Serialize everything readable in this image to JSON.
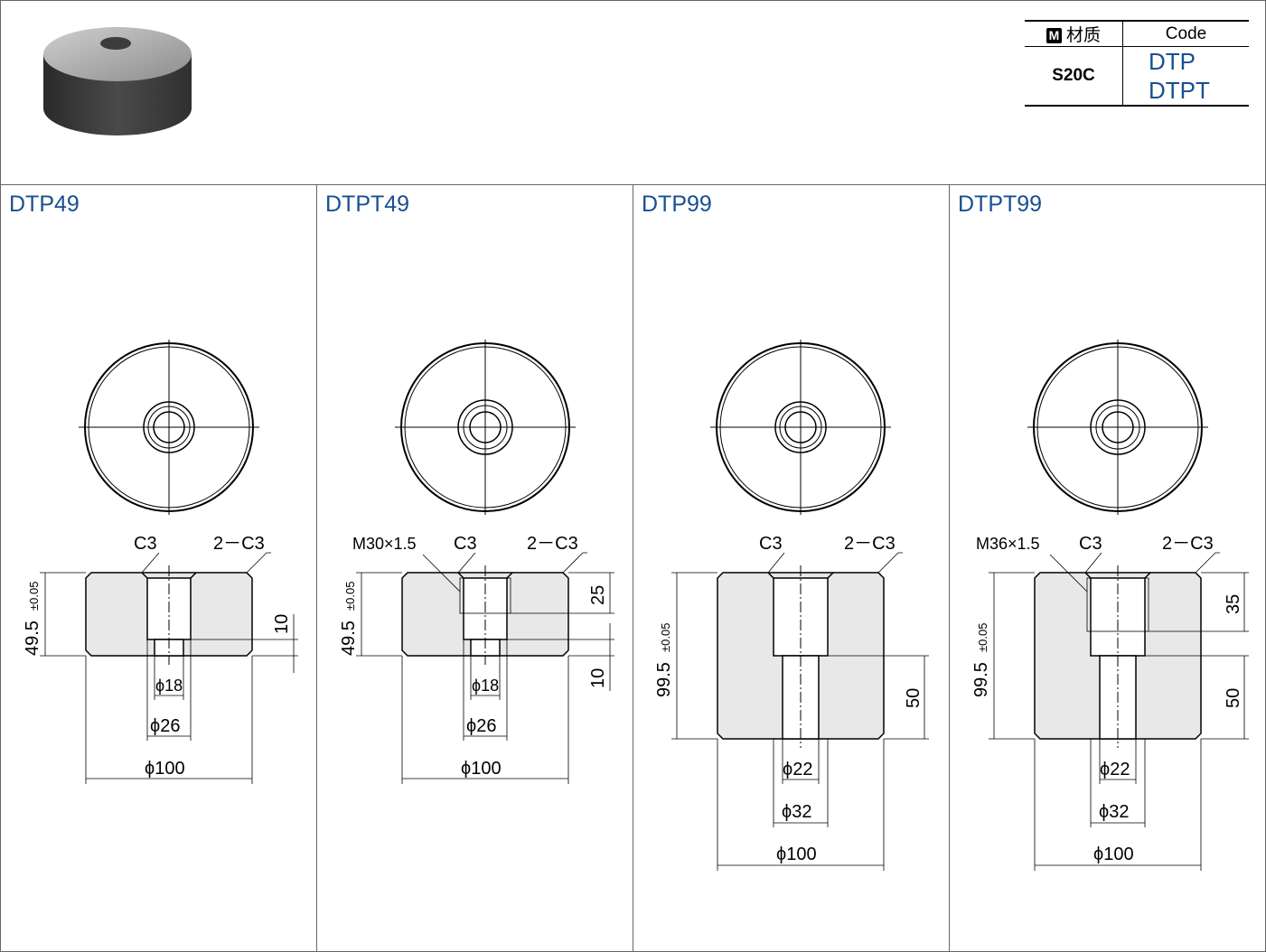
{
  "material_table": {
    "header_material": "材质",
    "header_code": "Code",
    "material_icon": "M",
    "material": "S20C",
    "codes": [
      "DTP",
      "DTPT"
    ]
  },
  "panels": [
    {
      "title": "DTP49",
      "chamfer": "C3",
      "chamfer2": "2－C3",
      "height_main": "49.5",
      "height_tol": "±0.05",
      "dim_a": "10",
      "dia_small": "ϕ18",
      "dia_bore": "ϕ26",
      "dia_outer": "ϕ100"
    },
    {
      "title": "DTPT49",
      "thread": "M30×1.5",
      "chamfer": "C3",
      "chamfer2": "2－C3",
      "height_main": "49.5",
      "height_tol": "±0.05",
      "dim_a": "25",
      "dim_b": "10",
      "dia_small": "ϕ18",
      "dia_bore": "ϕ26",
      "dia_outer": "ϕ100"
    },
    {
      "title": "DTP99",
      "chamfer": "C3",
      "chamfer2": "2－C3",
      "height_main": "99.5",
      "height_tol": "±0.05",
      "dim_a": "50",
      "dia_small": "ϕ22",
      "dia_bore": "ϕ32",
      "dia_outer": "ϕ100"
    },
    {
      "title": "DTPT99",
      "thread": "M36×1.5",
      "chamfer": "C3",
      "chamfer2": "2－C3",
      "height_main": "99.5",
      "height_tol": "±0.05",
      "dim_a": "35",
      "dim_b": "50",
      "dia_small": "ϕ22",
      "dia_bore": "ϕ32",
      "dia_outer": "ϕ100"
    }
  ]
}
